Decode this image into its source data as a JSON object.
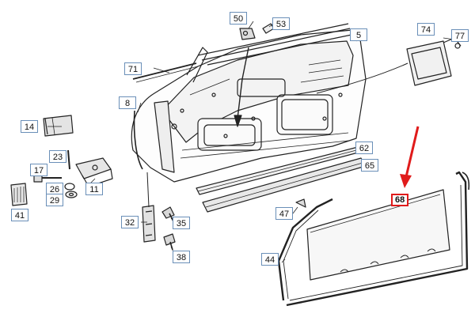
{
  "diagram": {
    "highlight_color": "#e01b1b",
    "callout_border_color": "#6a8fb8",
    "callouts": {
      "c5": "5",
      "c8": "8",
      "c11": "11",
      "c14": "14",
      "c17": "17",
      "c23": "23",
      "c26": "26",
      "c29": "29",
      "c32": "32",
      "c35": "35",
      "c38": "38",
      "c41": "41",
      "c44": "44",
      "c47": "47",
      "c50": "50",
      "c53": "53",
      "c62": "62",
      "c65": "65",
      "c68": "68",
      "c71": "71",
      "c74": "74",
      "c77": "77"
    }
  }
}
